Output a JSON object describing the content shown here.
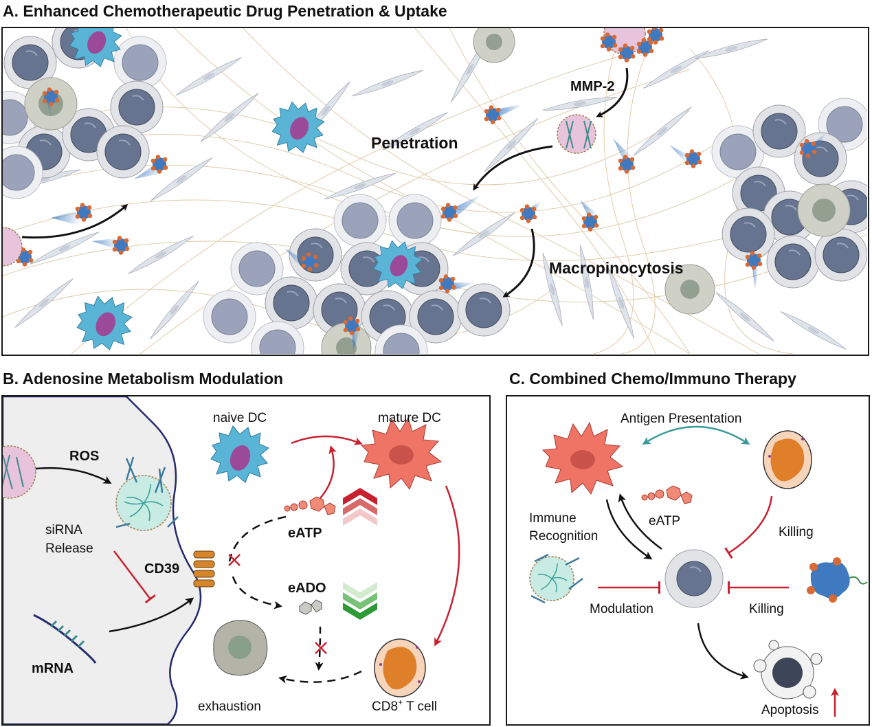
{
  "panels": {
    "a": {
      "title": "A. Enhanced Chemotherapeutic Drug Penetration & Uptake",
      "labels": {
        "mmp2": "MMP-2",
        "penetration": "Penetration",
        "macropinocytosis": "Macropinocytosis"
      }
    },
    "b": {
      "title": "B. Adenosine Metabolism Modulation",
      "labels": {
        "ros": "ROS",
        "sirna_1": "siRNA",
        "sirna_2": "Release",
        "cd39": "CD39",
        "mrna": "mRNA",
        "naive_dc": "naive DC",
        "mature_dc": "mature DC",
        "eatp": "eATP",
        "eado": "eADO",
        "exhaustion": "exhaustion",
        "cd8_prefix": "CD8",
        "cd8_sup": "+",
        "cd8_suffix": " T cell"
      }
    },
    "c": {
      "title": "C. Combined Chemo/Immuno Therapy",
      "labels": {
        "antigen_presentation": "Antigen Presentation",
        "immune_1": "Immune",
        "immune_2": "Recognition",
        "eatp": "eATP",
        "killing_top": "Killing",
        "modulation": "Modulation",
        "killing_bottom": "Killing",
        "apoptosis": "Apoptosis"
      }
    }
  },
  "colors": {
    "arrow_black": "#111111",
    "arrow_red": "#c8202f",
    "arrow_teal": "#3a9a9a",
    "tumor_cell": "#6f7c99",
    "tumor_halo": "#d9dbe0",
    "naive_dc": "#5ab4d6",
    "mature_dc": "#f07466",
    "t_cell": "#e07f2a",
    "eado_green": "#2e9a35",
    "eatp_red": "#c8202f"
  },
  "icons": [
    "tumor-cell-icon",
    "nanoparticle-icon",
    "fibroblast-icon",
    "dendritic-cell-icon",
    "t-cell-icon",
    "mrna-icon",
    "cd39-icon",
    "atp-molecule-icon",
    "ado-molecule-icon",
    "chevron-up-icon",
    "chevron-down-icon",
    "inhibit-cross-icon"
  ]
}
